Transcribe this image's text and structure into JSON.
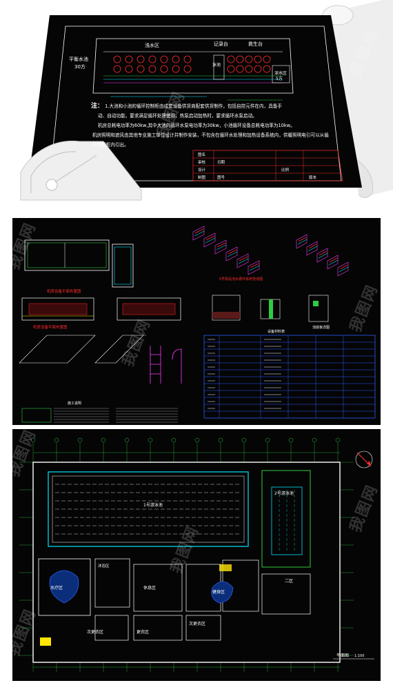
{
  "watermark": {
    "text": "我图网"
  },
  "sheet": {
    "labels": {
      "shallow_zone": "浅水区",
      "records": "记录台",
      "rescue_platform": "救生台",
      "pool_area": "平衡水池",
      "pool_volume": "30方",
      "deep_zone": "深水区",
      "volume_right": "5方",
      "pool_label_mid": "泳池"
    },
    "notes": {
      "title": "注：",
      "line1": "1.大池和小池的循环控制柜由成套设备供货商配套供货制作，包括自控元件在内，具备手",
      "line2": "动、自动功能，要求满足循环处理使用，热泵启动加热时，要求循环水泵启动。",
      "line3": "机房总耗电功率为60kw,其中大池的循环水泵电功率为30kw，小池循环设备总耗电功率为10kw。",
      "line4": "机房照明和遮风由其他专业施工单位设计并制作安装，不包含在循环水处理和加热设备系统内，供暖照明电引可以从循",
      "line5": "环控制柜内引出。"
    },
    "title_block": {
      "row1": "图名",
      "row2": "审核",
      "row3": "设计",
      "row4": "制图",
      "cell_a": "日期",
      "cell_b": "图号",
      "cell_c": "比例",
      "cell_d": "版本"
    }
  },
  "detail": {
    "captions": {
      "plan_caption_1": "机房设备平面布置图",
      "plan_caption_2": "机房设备平面布置图",
      "iso_caption": "5号泵站池水循环系统管道图",
      "steps_caption": "池底板详图",
      "notes_title": "施工说明",
      "table_title": "设备材料表"
    }
  },
  "plan": {
    "labels": {
      "big_pool": "1号游泳池",
      "small_pool": "2号游泳池",
      "rest_area": "休息区",
      "changing_left": "沐浴区",
      "changing_right": "二区",
      "lobby": "更衣区",
      "locker_left": "次更衣区",
      "locker_right": "次更衣区",
      "water_zone": "水疗区",
      "gym": "健身区",
      "plan_title": "平面图",
      "scale": "1:100"
    }
  },
  "colors": {
    "cad_bg": "#050505",
    "cyan": "#00e5ff",
    "green": "#2ecc40",
    "red": "#ff2b2b",
    "yellow": "#ffe600",
    "blue": "#2c5cff",
    "magenta": "#ff3cff",
    "white": "#ffffff"
  }
}
